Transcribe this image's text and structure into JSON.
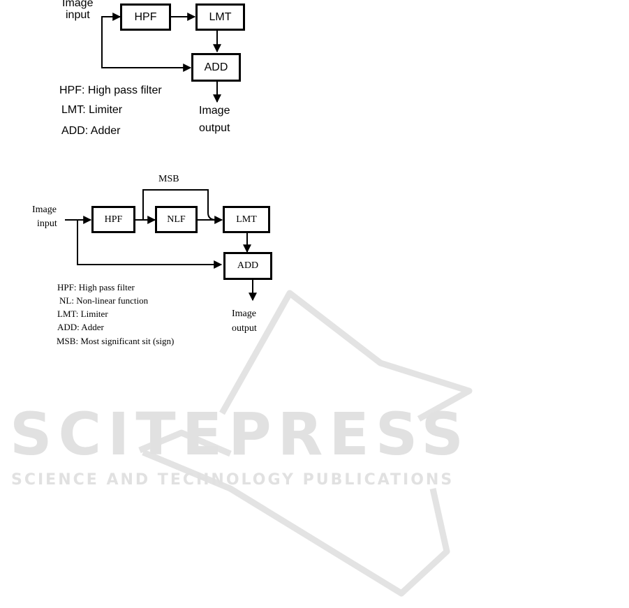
{
  "diagram1": {
    "input_label_line1": "Image",
    "input_label_line2": "input",
    "blocks": {
      "hpf": "HPF",
      "lmt": "LMT",
      "add": "ADD"
    },
    "output_label_line1": "Image",
    "output_label_line2": "output",
    "legend": [
      "HPF: High pass filter",
      "LMT: Limiter",
      "ADD: Adder"
    ]
  },
  "diagram2": {
    "input_label_line1": "Image",
    "input_label_line2": "input",
    "msb_label": "MSB",
    "blocks": {
      "hpf": "HPF",
      "nlf": "NLF",
      "lmt": "LMT",
      "add": "ADD"
    },
    "output_label_line1": "Image",
    "output_label_line2": "output",
    "legend": [
      "HPF: High pass filter",
      "NL: Non-linear  function",
      "LMT: Limiter",
      "ADD: Adder",
      "MSB: Most significant sit (sign)"
    ]
  },
  "watermark": {
    "brand": "SCITEPRESS",
    "tagline": "SCIENCE AND TECHNOLOGY PUBLICATIONS",
    "color": "#e1e1e1"
  }
}
